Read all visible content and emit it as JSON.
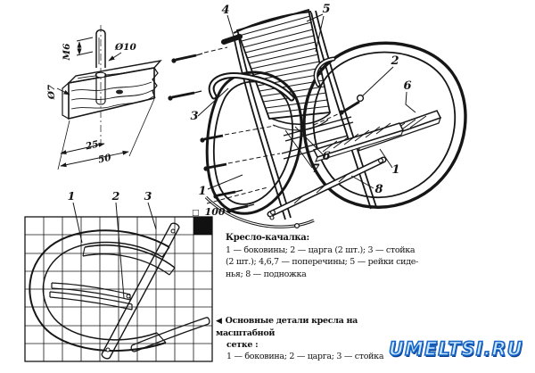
{
  "detail": {
    "dim_m6": "М6",
    "dim_d10": "Ø10",
    "dim_d7": "Ø7",
    "dim_25": "25",
    "dim_50": "50"
  },
  "assembly": {
    "callout_1": "1",
    "callout_2": "2",
    "callout_3": "3",
    "callout_4": "4",
    "callout_5": "5",
    "callout_6": "6",
    "callout_7": "7",
    "callout_8": "8"
  },
  "grid": {
    "label_1": "1",
    "label_2": "2",
    "label_3": "3",
    "scale_square": "□",
    "scale_value": "100"
  },
  "legend": {
    "title": "Кресло-качалка:",
    "line1": "1 — боковины; 2 — царга (2 шт.); 3 — стойка",
    "line2": "(2 шт.); 4,6,7 — поперечины; 5 — рейки сиде-",
    "line3": "нья; 8 — подножка"
  },
  "caption": {
    "marker": "◀",
    "title_line1": "Основные детали кресла на масштабной",
    "title_line2": "сетке :",
    "line": "1 — боковина; 2 — царга; 3 — стойка"
  },
  "watermark": {
    "text": "UMELTSI.RU",
    "fill_color": "#cde7fb",
    "stroke_color": "#1565c8",
    "shadow_color": "#0d3f8f"
  }
}
